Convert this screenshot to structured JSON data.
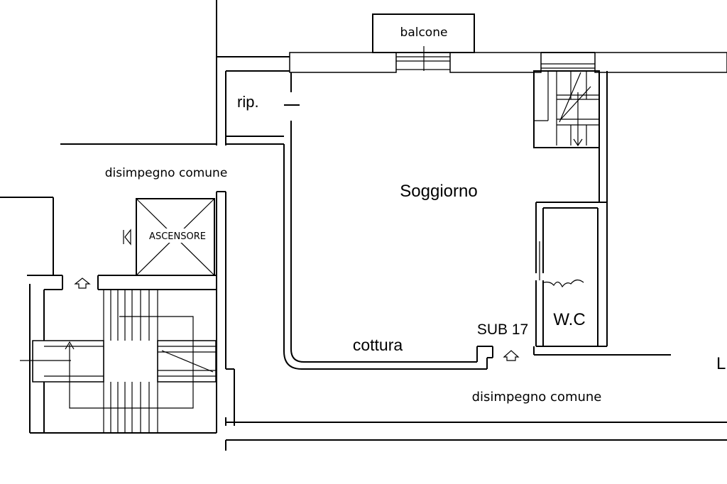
{
  "labels": {
    "balcone": "balcone",
    "rip": "rip.",
    "disimpegno_top": "disimpegno comune",
    "soggiorno": "Soggiorno",
    "ascensore": "ASCENSORE",
    "wc": "W.C",
    "sub": "SUB 17",
    "cottura": "cottura",
    "disimpegno_bottom": "disimpegno comune",
    "edge_letter": "L"
  },
  "icons": {
    "door_arrow": "up-arrow-icon",
    "elevator_door": "door-marker-icon",
    "stair_direction": "stair-arrow-icon"
  }
}
